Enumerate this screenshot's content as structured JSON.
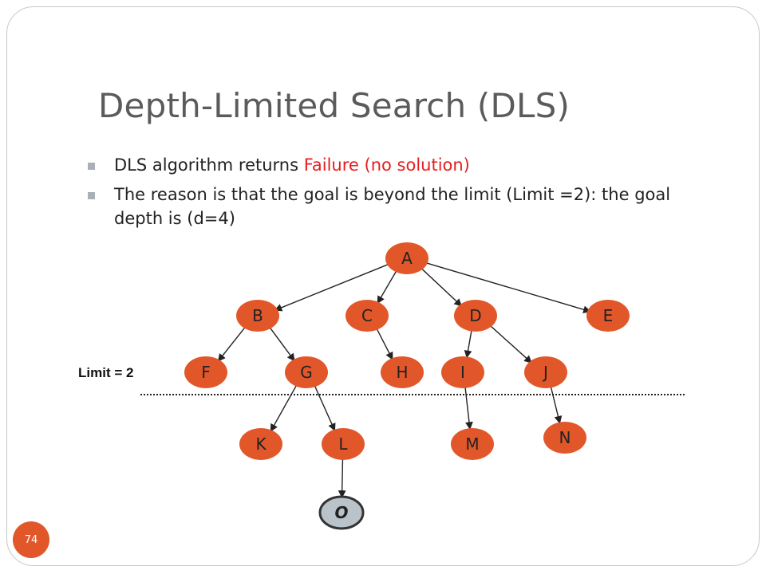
{
  "slide": {
    "title": "Depth-Limited Search (DLS)",
    "bullets": [
      {
        "text": "DLS algorithm returns ",
        "highlight": "Failure (no solution)"
      },
      {
        "text": "The reason is that the goal is beyond the limit (Limit =2): the goal depth is (d=4)",
        "highlight": ""
      }
    ],
    "slide_number": "74"
  },
  "colors": {
    "node": "#e2572a",
    "goal_node": "#b9c3c9",
    "title": "#5b5b5b",
    "highlight": "#e41e1e"
  },
  "diagram": {
    "limit_label": "Limit = 2",
    "nodes": [
      "A",
      "B",
      "C",
      "D",
      "E",
      "F",
      "G",
      "H",
      "I",
      "J",
      "K",
      "L",
      "M",
      "N",
      "O"
    ],
    "goal_node": "O",
    "edges": [
      [
        "A",
        "B"
      ],
      [
        "A",
        "C"
      ],
      [
        "A",
        "D"
      ],
      [
        "A",
        "E"
      ],
      [
        "B",
        "F"
      ],
      [
        "B",
        "G"
      ],
      [
        "C",
        "H"
      ],
      [
        "D",
        "I"
      ],
      [
        "D",
        "J"
      ],
      [
        "G",
        "K"
      ],
      [
        "G",
        "L"
      ],
      [
        "I",
        "M"
      ],
      [
        "J",
        "N"
      ],
      [
        "L",
        "O"
      ]
    ]
  }
}
